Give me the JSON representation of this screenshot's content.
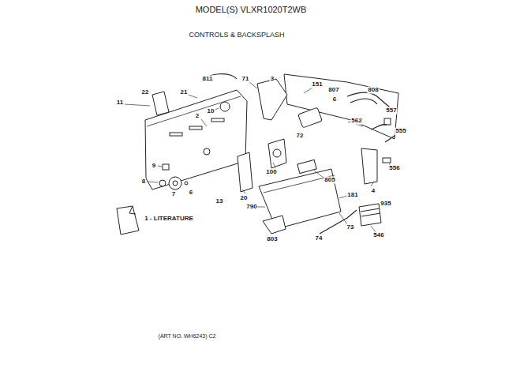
{
  "diagram": {
    "title": "MODEL(S) VLXR1020T2WB",
    "caption": "(ART NO. WH6243) C2",
    "labels": [
      "CONTROLS & BACKSPLASH",
      "811",
      "71",
      "3",
      "151",
      "807",
      "808",
      "22",
      "21",
      "6",
      "11",
      "557",
      "2",
      "10",
      "562",
      "555",
      "72",
      "556",
      "9",
      "100",
      "805",
      "8",
      "7",
      "6",
      "20",
      "13",
      "4",
      "181",
      "935",
      "790",
      "73",
      "546",
      "803",
      "74",
      "1 - LITERATURE"
    ]
  }
}
